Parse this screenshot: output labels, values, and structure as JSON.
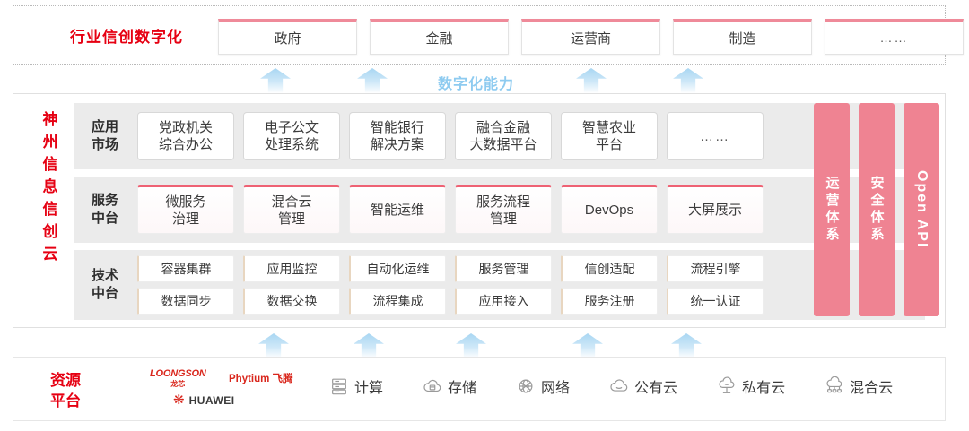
{
  "industry": {
    "title": "行业信创数字化",
    "boxes": [
      {
        "label": "政府"
      },
      {
        "label": "金融"
      },
      {
        "label": "运营商"
      },
      {
        "label": "制造"
      },
      {
        "label": "……"
      }
    ]
  },
  "capability": {
    "label": "数字化能力",
    "arrow_count_top": 4,
    "arrow_count_bottom": 5,
    "arrow_icon": "arrow-up-icon"
  },
  "cloud": {
    "title": "神州信息信创云",
    "title_chars": [
      "神",
      "州",
      "信",
      "息",
      "信",
      "创",
      "云"
    ],
    "tiers": [
      {
        "id": "application-market",
        "label": "应用市场",
        "label_lines": [
          "应用",
          "市场"
        ],
        "style": "plain",
        "rows": [
          [
            {
              "label": "党政机关综合办公",
              "lines": [
                "党政机关",
                "综合办公"
              ]
            },
            {
              "label": "电子公文处理系统",
              "lines": [
                "电子公文",
                "处理系统"
              ]
            },
            {
              "label": "智能银行解决方案",
              "lines": [
                "智能银行",
                "解决方案"
              ]
            },
            {
              "label": "融合金融大数据平台",
              "lines": [
                "融合金融",
                "大数据平台"
              ]
            },
            {
              "label": "智慧农业平台",
              "lines": [
                "智慧农业",
                "平台"
              ]
            },
            {
              "label": "……",
              "lines": [
                "……"
              ],
              "dots": true
            }
          ]
        ]
      },
      {
        "id": "service-middle-platform",
        "label": "服务中台",
        "label_lines": [
          "服务",
          "中台"
        ],
        "style": "pink-top",
        "rows": [
          [
            {
              "label": "微服务治理",
              "lines": [
                "微服务",
                "治理"
              ]
            },
            {
              "label": "混合云管理",
              "lines": [
                "混合云",
                "管理"
              ]
            },
            {
              "label": "智能运维",
              "lines": [
                "智能运维"
              ]
            },
            {
              "label": "服务流程管理",
              "lines": [
                "服务流程",
                "管理"
              ]
            },
            {
              "label": "DevOps",
              "lines": [
                "DevOps"
              ]
            },
            {
              "label": "大屏展示",
              "lines": [
                "大屏展示"
              ]
            }
          ]
        ]
      },
      {
        "id": "technology-middle-platform",
        "label": "技术中台",
        "label_lines": [
          "技术",
          "中台"
        ],
        "style": "tan-left",
        "rows": [
          [
            {
              "label": "容器集群"
            },
            {
              "label": "应用监控"
            },
            {
              "label": "自动化运维"
            },
            {
              "label": "服务管理"
            },
            {
              "label": "信创适配"
            },
            {
              "label": "流程引擎"
            }
          ],
          [
            {
              "label": "数据同步"
            },
            {
              "label": "数据交换"
            },
            {
              "label": "流程集成"
            },
            {
              "label": "应用接入"
            },
            {
              "label": "服务注册"
            },
            {
              "label": "统一认证"
            }
          ]
        ]
      }
    ],
    "pillars": [
      {
        "id": "operation-system",
        "label": "运营体系",
        "mode": "upright"
      },
      {
        "id": "security-system",
        "label": "安全体系",
        "mode": "upright"
      },
      {
        "id": "open-api",
        "label": "Open API",
        "mode": "mixed"
      }
    ]
  },
  "resource": {
    "title": "资源平台",
    "title_lines": [
      "资源",
      "平台"
    ],
    "vendors": [
      {
        "id": "loongson",
        "en": "LOONGSON",
        "cn": "龙芯"
      },
      {
        "id": "phytium",
        "text": "Phytium 飞腾"
      },
      {
        "id": "huawei",
        "text": "HUAWEI",
        "glyph": "❋"
      }
    ],
    "items": [
      {
        "label": "计算",
        "icon": "server-rack-icon"
      },
      {
        "label": "存储",
        "icon": "cloud-storage-icon"
      },
      {
        "label": "网络",
        "icon": "network-globe-icon"
      },
      {
        "label": "公有云",
        "icon": "public-cloud-icon"
      },
      {
        "label": "私有云",
        "icon": "private-cloud-icon"
      },
      {
        "label": "混合云",
        "icon": "hybrid-cloud-icon"
      }
    ]
  },
  "colors": {
    "brand_red": "#e60012",
    "pink": "#ef8392",
    "pink_border": "#ee6274",
    "tan_border": "#e8d6c0",
    "arrow_blue": "#a8d6f2",
    "tier_bg": "#ebebeb"
  }
}
